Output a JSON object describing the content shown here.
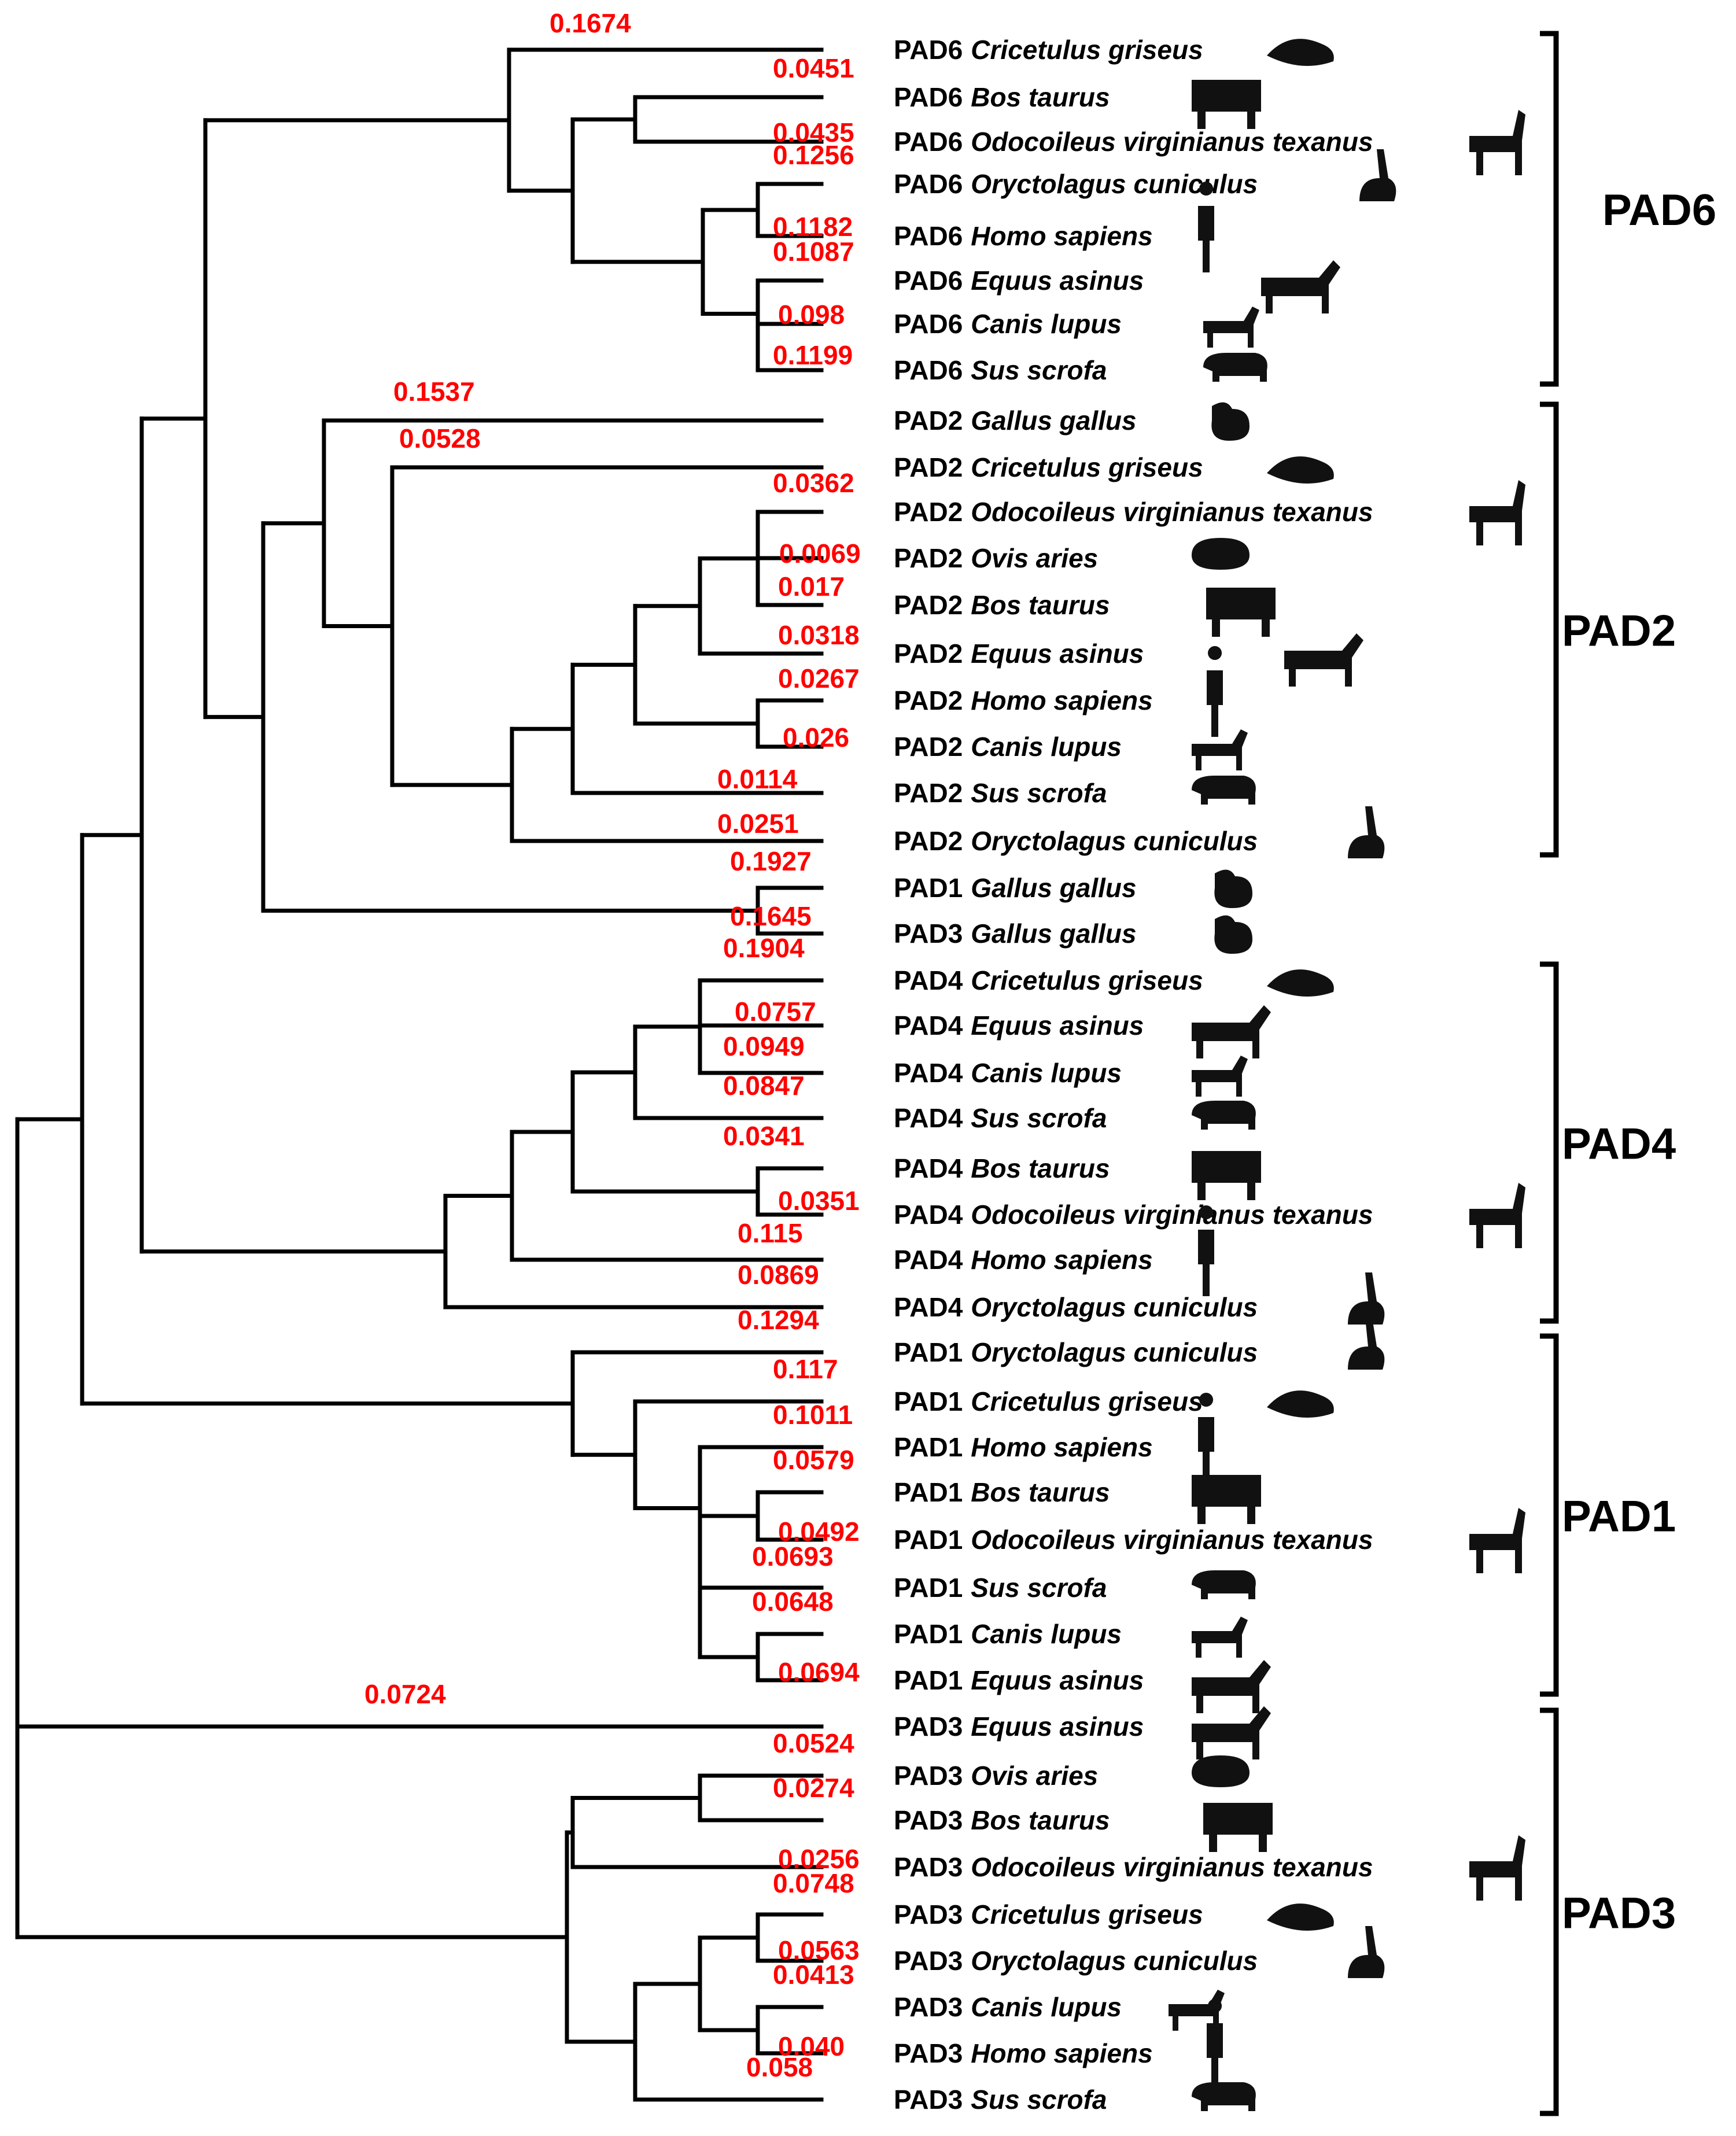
{
  "tree": {
    "leaves": [
      {
        "gene": "PAD6",
        "species": "Cricetulus griseus",
        "length": "0.1674",
        "icon": "hamster-icon"
      },
      {
        "gene": "PAD6",
        "species": "Bos taurus",
        "length": "0.0451",
        "icon": "cow-icon"
      },
      {
        "gene": "PAD6",
        "species": "Odocoileus virginianus texanus",
        "length": "0.0435",
        "icon": "deer-icon"
      },
      {
        "gene": "PAD6",
        "species": "Oryctolagus cuniculus",
        "length": "0.1256",
        "icon": "rabbit-icon"
      },
      {
        "gene": "PAD6",
        "species": "Homo sapiens",
        "length": "0.1182",
        "icon": "human-icon"
      },
      {
        "gene": "PAD6",
        "species": "Equus asinus",
        "length": "0.1087",
        "icon": "horse-icon"
      },
      {
        "gene": "PAD6",
        "species": "Canis lupus",
        "length": "0.098",
        "icon": "dog-icon"
      },
      {
        "gene": "PAD6",
        "species": "Sus scrofa",
        "length": "0.1199",
        "icon": "pig-icon"
      },
      {
        "gene": "PAD2",
        "species": "Gallus gallus",
        "length": "0.1537",
        "icon": "chicken-icon"
      },
      {
        "gene": "PAD2",
        "species": "Cricetulus griseus",
        "length": "0.0528",
        "icon": "hamster-icon"
      },
      {
        "gene": "PAD2",
        "species": "Odocoileus virginianus texanus",
        "length": "0.0362",
        "icon": "deer-icon"
      },
      {
        "gene": "PAD2",
        "species": "Ovis aries",
        "length": "0.0069",
        "icon": "sheep-icon"
      },
      {
        "gene": "PAD2",
        "species": "Bos taurus",
        "length": "0.017",
        "icon": "cow-icon"
      },
      {
        "gene": "PAD2",
        "species": "Equus asinus",
        "length": "0.0318",
        "icon": "horse-icon"
      },
      {
        "gene": "PAD2",
        "species": "Homo sapiens",
        "length": "0.0267",
        "icon": "human-icon"
      },
      {
        "gene": "PAD2",
        "species": "Canis lupus",
        "length": "0.026",
        "icon": "dog-icon"
      },
      {
        "gene": "PAD2",
        "species": "Sus scrofa",
        "length": "0.0114",
        "icon": "pig-icon"
      },
      {
        "gene": "PAD2",
        "species": "Oryctolagus cuniculus",
        "length": "0.0251",
        "icon": "rabbit-icon"
      },
      {
        "gene": "PAD1",
        "species": "Gallus gallus",
        "length": "0.1927",
        "icon": "chicken-icon"
      },
      {
        "gene": "PAD3",
        "species": "Gallus gallus",
        "length": "0.1645",
        "icon": "chicken-icon"
      },
      {
        "gene": "PAD4",
        "species": "Cricetulus griseus",
        "length": "0.1904",
        "icon": "hamster-icon"
      },
      {
        "gene": "PAD4",
        "species": "Equus asinus",
        "length": "0.0757",
        "icon": "horse-icon"
      },
      {
        "gene": "PAD4",
        "species": "Canis lupus",
        "length": "0.0949",
        "icon": "dog-icon"
      },
      {
        "gene": "PAD4",
        "species": "Sus scrofa",
        "length": "0.0847",
        "icon": "pig-icon"
      },
      {
        "gene": "PAD4",
        "species": "Bos taurus",
        "length": "0.0341",
        "icon": "cow-icon"
      },
      {
        "gene": "PAD4",
        "species": "Odocoileus virginianus texanus",
        "length": "0.0351",
        "icon": "deer-icon"
      },
      {
        "gene": "PAD4",
        "species": "Homo sapiens",
        "length": "0.115",
        "icon": "human-icon"
      },
      {
        "gene": "PAD4",
        "species": "Oryctolagus cuniculus",
        "length": "0.0869",
        "icon": "rabbit-icon"
      },
      {
        "gene": "PAD1",
        "species": "Oryctolagus cuniculus",
        "length": "0.1294",
        "icon": "rabbit-icon"
      },
      {
        "gene": "PAD1",
        "species": "Cricetulus griseus",
        "length": "0.117",
        "icon": "hamster-icon"
      },
      {
        "gene": "PAD1",
        "species": "Homo sapiens",
        "length": "0.1011",
        "icon": "human-icon"
      },
      {
        "gene": "PAD1",
        "species": "Bos taurus",
        "length": "0.0579",
        "icon": "cow-icon"
      },
      {
        "gene": "PAD1",
        "species": "Odocoileus virginianus texanus",
        "length": "0.0492",
        "icon": "deer-icon"
      },
      {
        "gene": "PAD1",
        "species": "Sus scrofa",
        "length": "0.0693",
        "icon": "pig-icon"
      },
      {
        "gene": "PAD1",
        "species": "Canis lupus",
        "length": "0.0648",
        "icon": "dog-icon"
      },
      {
        "gene": "PAD1",
        "species": "Equus asinus",
        "length": "0.0694",
        "icon": "horse-icon"
      },
      {
        "gene": "PAD3",
        "species": "Equus asinus",
        "length": "0.0724",
        "icon": "horse-icon"
      },
      {
        "gene": "PAD3",
        "species": "Ovis aries",
        "length": "0.0524",
        "icon": "sheep-icon"
      },
      {
        "gene": "PAD3",
        "species": "Bos taurus",
        "length": "0.0274",
        "icon": "cow-icon"
      },
      {
        "gene": "PAD3",
        "species": "Odocoileus virginianus texanus",
        "length": "0.0256",
        "icon": "deer-icon"
      },
      {
        "gene": "PAD3",
        "species": "Cricetulus griseus",
        "length": "0.0748",
        "icon": "hamster-icon"
      },
      {
        "gene": "PAD3",
        "species": "Oryctolagus cuniculus",
        "length": "0.0563",
        "icon": "rabbit-icon"
      },
      {
        "gene": "PAD3",
        "species": "Canis lupus",
        "length": "0.0413",
        "icon": "dog-icon"
      },
      {
        "gene": "PAD3",
        "species": "Homo sapiens",
        "length": "0.040",
        "icon": "human-icon"
      },
      {
        "gene": "PAD3",
        "species": "Sus scrofa",
        "length": "0.058",
        "icon": "pig-icon"
      }
    ],
    "groups": [
      {
        "label": "PAD6"
      },
      {
        "label": "PAD2"
      },
      {
        "label": "PAD4"
      },
      {
        "label": "PAD1"
      },
      {
        "label": "PAD3"
      }
    ],
    "colors": {
      "branch": "#000000",
      "branch_length_text": "#ff0000",
      "label_text": "#000000"
    }
  }
}
